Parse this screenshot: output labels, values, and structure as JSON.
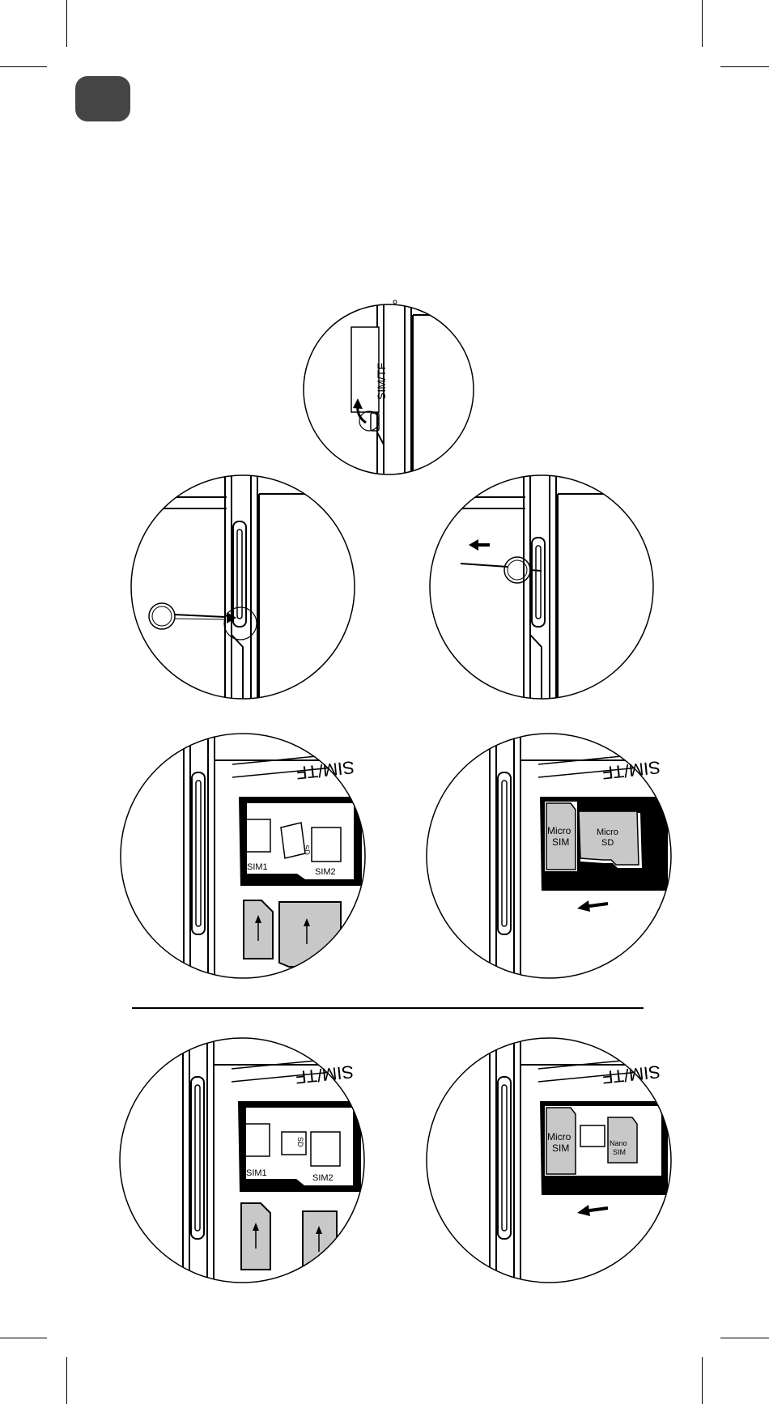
{
  "labels": {
    "sim_tf": "SIM/TF",
    "sim1": "SIM1",
    "sim2": "SIM2",
    "sd": "SD",
    "micro": "Micro",
    "sim": "SIM",
    "sd_word": "SD",
    "nano": "Nano"
  },
  "colors": {
    "badge": "#454545",
    "card_fill": "#c8c8c8",
    "ink": "#000000"
  },
  "icons": {
    "badge": "step-number-badge",
    "pin": "eject-pin-icon",
    "arrow": "arrow-icon"
  }
}
